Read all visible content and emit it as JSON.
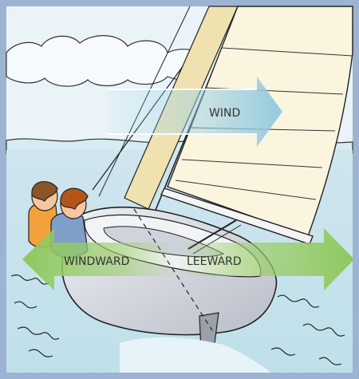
{
  "labels": {
    "wind": "WIND",
    "windward": "WINDWARD",
    "leeward": "LEEWARD"
  },
  "colors": {
    "frame": "#9db3d4",
    "sky": "#e7f2f8",
    "water": "#cfe8f0",
    "sail": "#fbf5df",
    "sail_dark": "#f0e2b0",
    "wind_arrow": "#9fd2e6",
    "green_arrow": "#9dcf6c",
    "hull": "#d7d9e0",
    "person_orange": "#f2a23c",
    "person_blue": "#7e9fc8",
    "hair_brown": "#8b5528",
    "hair_rust": "#b3551b",
    "skin": "#f7c59f",
    "outline": "#222222"
  }
}
